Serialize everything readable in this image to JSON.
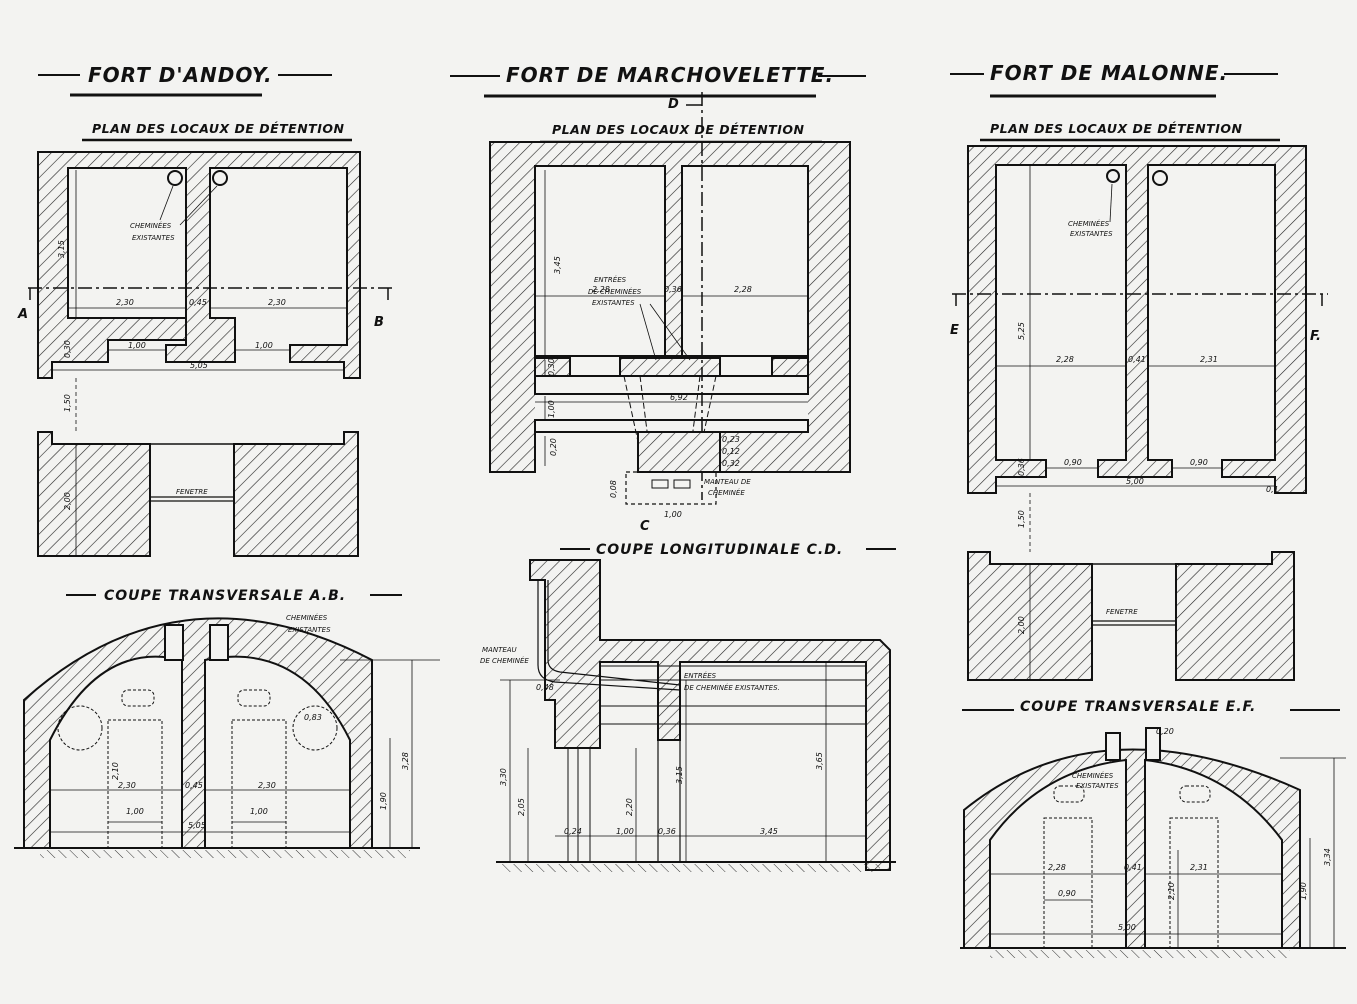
{
  "forts": [
    {
      "title": "FORT D'ANDOY.",
      "plan_title": "PLAN DES LOCAUX DE DÉTENTION",
      "section_title": "COUPE TRANSVERSALE A.B.",
      "plan_notes": [
        "CHEMINÉES",
        "EXISTANTES"
      ],
      "section_notes": [
        "CHEMINÉES",
        "EXISTANTES"
      ],
      "window_label": "FENETRE",
      "cut_labels": [
        "A",
        "B"
      ],
      "plan_dims": [
        "3,15",
        "2,30",
        "0,45",
        "2,30",
        "0,30",
        "1,00",
        "1,00",
        "5,05"
      ],
      "elev_dims": [
        "1,50",
        "2,00"
      ],
      "section_dims": [
        "2,10",
        "2,30",
        "0,45",
        "2,30",
        "1,00",
        "1,00",
        "5,05",
        "0,83",
        "1,90",
        "3,28"
      ]
    },
    {
      "title": "FORT DE MARCHOVELETTE.",
      "plan_title": "PLAN DES LOCAUX DE DÉTENTION",
      "section_title": "COUPE LONGITUDINALE C.D.",
      "plan_notes": [
        "ENTRÉES",
        "DE CHEMINÉES",
        "EXISTANTES"
      ],
      "hood_notes": [
        "MANTEAU DE",
        "CHEMINÉE"
      ],
      "cut_labels": [
        "D",
        "C"
      ],
      "plan_dims": [
        "3,45",
        "2,28",
        "0,36",
        "2,28",
        "0,30",
        "1,00",
        "6,92",
        "0,20",
        "0,23",
        "0,12",
        "0,32",
        "0,08",
        "1,00"
      ],
      "section_notes": [
        "MANTEAU",
        "DE CHEMINÉE",
        "ENTRÉES",
        "DE CHEMINÉE EXISTANTES."
      ],
      "section_dims": [
        "0,48",
        "3,30",
        "2,05",
        "2,20",
        "3,15",
        "3,65",
        "0,24",
        "1,00",
        "0,36",
        "3,45"
      ]
    },
    {
      "title": "FORT DE MALONNE.",
      "plan_title": "PLAN DES LOCAUX DE DÉTENTION",
      "section_title": "COUPE TRANSVERSALE E.F.",
      "plan_notes": [
        "CHEMINÉES",
        "EXISTANTES"
      ],
      "section_notes": [
        "CHEMINÉES",
        "EXISTANTES"
      ],
      "window_label": "FENETRE",
      "cut_labels": [
        "E",
        "F."
      ],
      "plan_dims": [
        "5,25",
        "2,28",
        "0,41",
        "2,31",
        "0,36",
        "0,90",
        "0,90",
        "5,00",
        "0,1"
      ],
      "elev_dims": [
        "1,50",
        "2,00"
      ],
      "section_dims": [
        "0,20",
        "2,28",
        "0,41",
        "2,31",
        "0,90",
        "2,10",
        "5,00",
        "1,90",
        "3,34"
      ]
    }
  ],
  "colors": {
    "paper": "#f3f3f1",
    "ink": "#111111"
  }
}
